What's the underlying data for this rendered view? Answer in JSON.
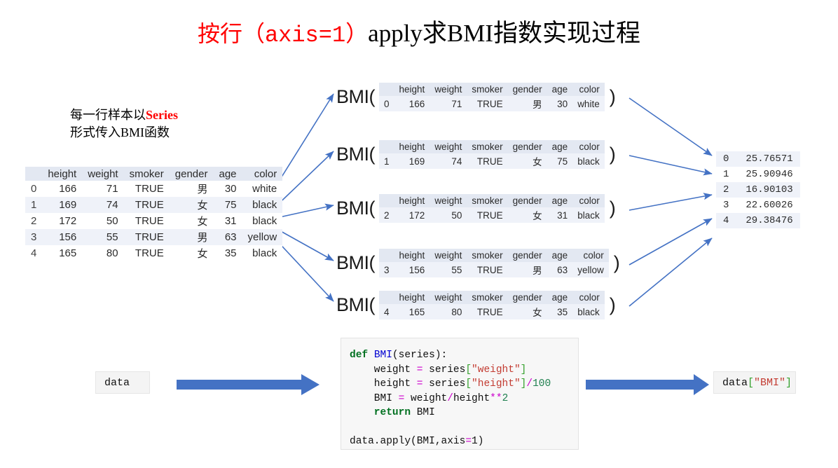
{
  "title": {
    "red_part": "按行（axis=1）",
    "black_part": "apply求BMI指数实现过程"
  },
  "note": {
    "line1_pre": "每一行样本以",
    "line1_hl": "Series",
    "line2": "形式传入BMI函数"
  },
  "main_table": {
    "columns": [
      "",
      "height",
      "weight",
      "smoker",
      "gender",
      "age",
      "color"
    ],
    "rows": [
      [
        "0",
        "166",
        "71",
        "TRUE",
        "男",
        "30",
        "white"
      ],
      [
        "1",
        "169",
        "74",
        "TRUE",
        "女",
        "75",
        "black"
      ],
      [
        "2",
        "172",
        "50",
        "TRUE",
        "女",
        "31",
        "black"
      ],
      [
        "3",
        "156",
        "55",
        "TRUE",
        "男",
        "63",
        "yellow"
      ],
      [
        "4",
        "165",
        "80",
        "TRUE",
        "女",
        "35",
        "black"
      ]
    ]
  },
  "calls": {
    "label": "BMI(",
    "close": ")",
    "columns": [
      "",
      "height",
      "weight",
      "smoker",
      "gender",
      "age",
      "color"
    ],
    "items": [
      {
        "row": [
          "0",
          "166",
          "71",
          "TRUE",
          "男",
          "30",
          "white"
        ]
      },
      {
        "row": [
          "1",
          "169",
          "74",
          "TRUE",
          "女",
          "75",
          "black"
        ]
      },
      {
        "row": [
          "2",
          "172",
          "50",
          "TRUE",
          "女",
          "31",
          "black"
        ]
      },
      {
        "row": [
          "3",
          "156",
          "55",
          "TRUE",
          "男",
          "63",
          "yellow"
        ]
      },
      {
        "row": [
          "4",
          "165",
          "80",
          "TRUE",
          "女",
          "35",
          "black"
        ]
      }
    ]
  },
  "result_table": {
    "rows": [
      [
        "0",
        "25.76571"
      ],
      [
        "1",
        "25.90946"
      ],
      [
        "2",
        "16.90103"
      ],
      [
        "3",
        "22.60026"
      ],
      [
        "4",
        "29.38476"
      ]
    ]
  },
  "code": {
    "l1_def": "def",
    "l1_name": "BMI",
    "l1_args": "(series):",
    "l2_var": "    weight ",
    "l2_eq": "=",
    "l2_obj": " series",
    "l2_lb": "[",
    "l2_str": "\"weight\"",
    "l2_rb": "]",
    "l3_var": "    height ",
    "l3_eq": "=",
    "l3_obj": " series",
    "l3_lb": "[",
    "l3_str": "\"height\"",
    "l3_rb": "]",
    "l3_div": "/",
    "l3_num": "100",
    "l4_var": "    BMI ",
    "l4_eq": "=",
    "l4_a": " weight",
    "l4_div": "/",
    "l4_b": "height",
    "l4_pow": "**",
    "l4_num": "2",
    "l5_ret": "    return",
    "l5_val": " BMI",
    "l7_pre": "data.apply(BMI,axis",
    "l7_eq": "=",
    "l7_post": "1)"
  },
  "data_box": {
    "text": "data"
  },
  "out_box": {
    "name": "data",
    "lb": "[",
    "str": "\"BMI\"",
    "rb": "]"
  },
  "colors": {
    "title_accent": "#FF0000",
    "arrow_thin": "#4472C4",
    "arrow_block": "#4472C4",
    "table_header_bg": "#E3E8F2",
    "table_alt_bg": "#EFF2F9"
  }
}
